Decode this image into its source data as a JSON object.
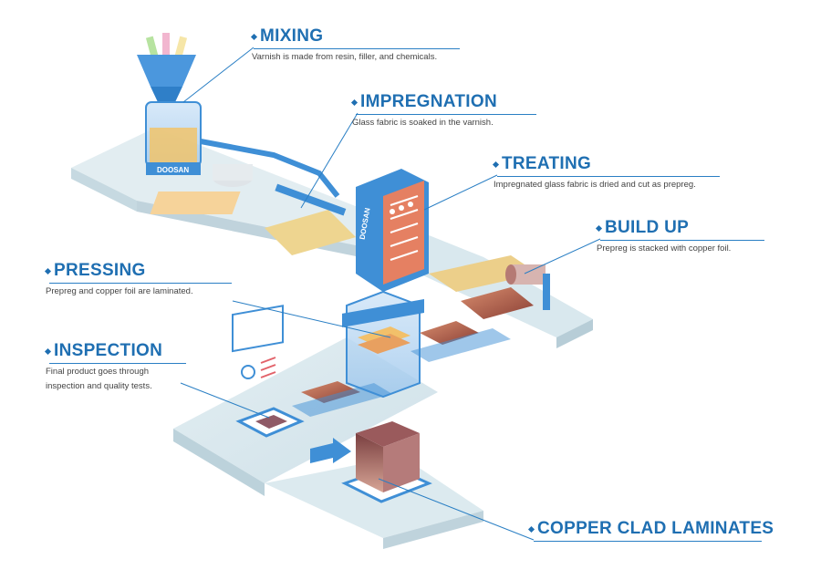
{
  "steps": {
    "mixing": {
      "title": "MIXING",
      "desc": "Varnish is made from resin, filler, and chemicals."
    },
    "impregnation": {
      "title": "IMPREGNATION",
      "desc": "Glass fabric is soaked in the varnish."
    },
    "treating": {
      "title": "TREATING",
      "desc": "Impregnated glass fabric is dried and cut as prepreg."
    },
    "build_up": {
      "title": "BUILD UP",
      "desc": "Prepreg is stacked with copper foil."
    },
    "pressing": {
      "title": "PRESSING",
      "desc": "Prepreg and copper foil are laminated."
    },
    "inspection": {
      "title": "INSPECTION",
      "desc_line1": "Final product goes through",
      "desc_line2": "inspection and quality tests."
    },
    "ccl": {
      "title": "COPPER CLAD LAMINATES"
    }
  },
  "brand": "DOOSAN",
  "colors": {
    "accent": "#1f6fb2",
    "machine": "#3f8fd6",
    "floor": "#d8e8ee"
  }
}
